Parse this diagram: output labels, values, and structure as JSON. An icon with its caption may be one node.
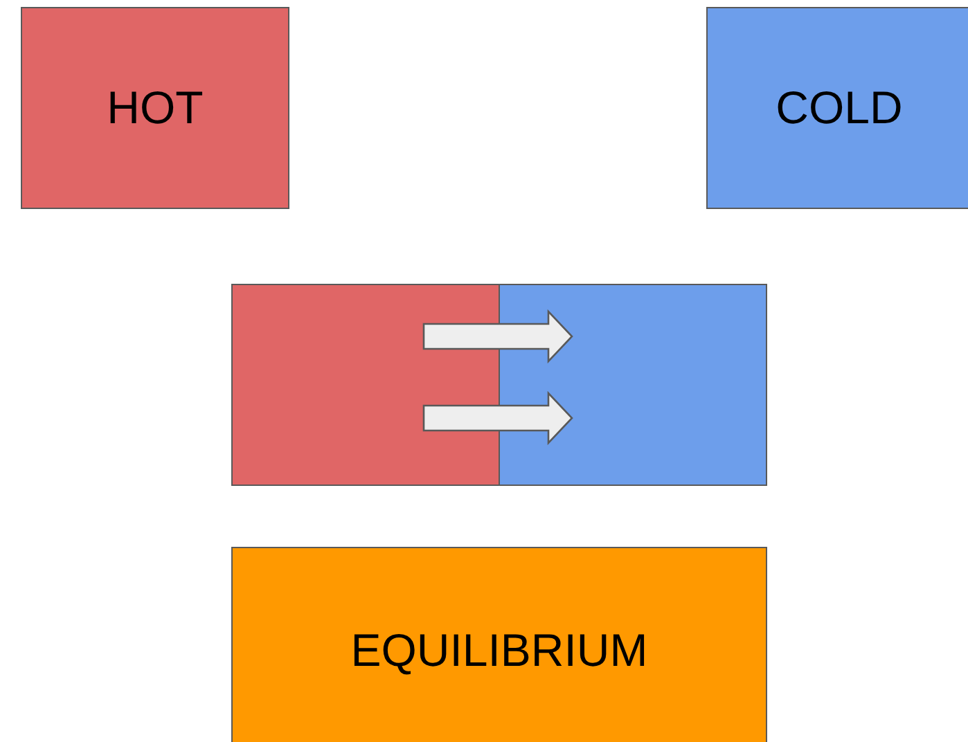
{
  "diagram": {
    "nodes": [
      {
        "text": [
          "HOT"
        ]
      },
      {
        "text": [
          "COLD"
        ]
      },
      {
        "text": [],
        "shape": "box"
      },
      {
        "text": [],
        "shape": "box"
      },
      {
        "text": [
          "EQUILIBRIUM"
        ]
      }
    ],
    "edges": [
      {
        "from": 2,
        "to": 3,
        "arrow": "to"
      },
      {
        "from": 2,
        "to": 3,
        "arrow": "to"
      }
    ]
  }
}
